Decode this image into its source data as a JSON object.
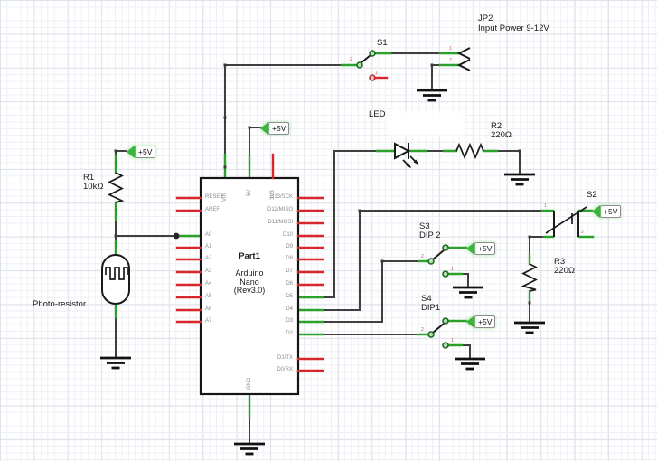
{
  "colors": {
    "wire": "#3f3f3f",
    "pin-red": "#d8262c",
    "pin-green": "#2aa12a",
    "flag-green": "#39b539",
    "pin-label": "#8a8a8a",
    "grid-minor": "#eef0f5",
    "grid-major": "#dfe3ea"
  },
  "labels": {
    "s1": "S1",
    "jp2_name": "JP2",
    "jp2_desc": "Input Power 9-12V",
    "led": "LED",
    "r2_name": "R2",
    "r2_value": "220Ω",
    "s2": "S2",
    "r3_name": "R3",
    "r3_value": "220Ω",
    "s3_name": "S3",
    "s3_desc": "DIP 2",
    "s4_name": "S4",
    "s4_desc": "DIP1",
    "r1_name": "R1",
    "r1_value": "10kΩ",
    "photoresistor": "Photo-resistor",
    "flag_5v": "+5V"
  },
  "pin_numbers": {
    "one": "1",
    "two": "2"
  },
  "arduino": {
    "designator": "Part1",
    "title_lines": [
      "Arduino",
      "Nano",
      "(Rev3.0)"
    ],
    "top_pins": [
      "VIN",
      "5V",
      "3V3"
    ],
    "bottom_pin": "GND",
    "left_pins": [
      "RESET",
      "AREF",
      "A0",
      "A1",
      "A2",
      "A3",
      "A4",
      "A5",
      "A6",
      "A7"
    ],
    "right_pins": [
      "D13/SCK",
      "D12/MISO",
      "D11/MOSI",
      "D10",
      "D9",
      "D8",
      "D7",
      "D6",
      "D5",
      "D4",
      "D3",
      "D2",
      "D1/TX",
      "D0/RX"
    ]
  }
}
